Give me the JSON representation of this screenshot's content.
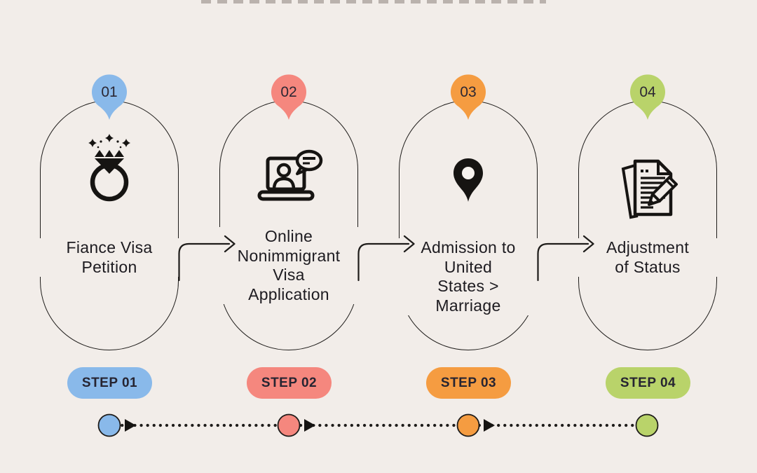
{
  "colors": {
    "background": "#f2ede9",
    "outline": "#1e1c1a",
    "title_text": "#1d1b20",
    "label_text": "#262431"
  },
  "steps": [
    {
      "number": "01",
      "step_label": "STEP 01",
      "color": "#89b9ea",
      "icon": "engagement-ring-icon",
      "title_lines": [
        "Fiance Visa",
        "Petition"
      ]
    },
    {
      "number": "02",
      "step_label": "STEP 02",
      "color": "#f5877e",
      "icon": "laptop-video-chat-icon",
      "title_lines": [
        "Online",
        "Nonimmigrant",
        "Visa",
        "Application"
      ]
    },
    {
      "number": "03",
      "step_label": "STEP 03",
      "color": "#f59c41",
      "icon": "location-pin-icon",
      "title_lines": [
        "Admission to",
        "United",
        "States >",
        "Marriage"
      ]
    },
    {
      "number": "04",
      "step_label": "STEP 04",
      "color": "#b9d36a",
      "icon": "documents-pencil-icon",
      "title_lines": [
        "Adjustment",
        "of Status"
      ]
    }
  ],
  "timeline": {
    "node_colors": [
      "#89b9ea",
      "#f5877e",
      "#f59c41",
      "#b9d36a"
    ],
    "line_color": "#1e1c1a"
  }
}
